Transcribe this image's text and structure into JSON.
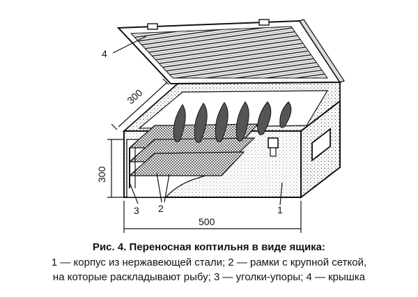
{
  "diagram": {
    "labels": {
      "lid": "4",
      "body": "1",
      "frames": "2",
      "supports": "3"
    },
    "dimensions": {
      "depth": "300",
      "height": "300",
      "length": "500"
    }
  },
  "caption": {
    "title": "Рис. 4. Переносная коптильня в виде ящика:",
    "line1": "1 — корпус из нержавеющей стали; 2 — рамки с крупной сеткой,",
    "line2": "на которые раскладывают рыбу; 3 — уголки-упоры; 4 — крышка"
  }
}
